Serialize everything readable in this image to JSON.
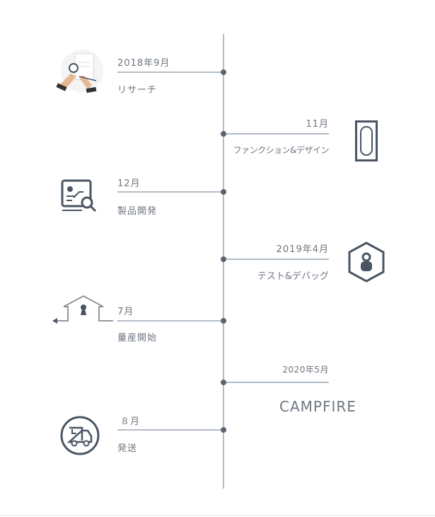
{
  "milestones": [
    {
      "date": "2018年9月",
      "label": "リサーチ",
      "icon": "research-icon"
    },
    {
      "date": "11月",
      "label": "ファンクション&デザイン",
      "icon": "device-icon"
    },
    {
      "date": "12月",
      "label": "製品開発",
      "icon": "analysis-icon"
    },
    {
      "date": "2019年4月",
      "label": "テスト&デバッグ",
      "icon": "repair-hexagon-icon"
    },
    {
      "date": "7月",
      "label": "量産開始",
      "icon": "factory-house-icon"
    },
    {
      "date": "2020年5月",
      "label": "CAMPFIRE",
      "icon": ""
    },
    {
      "date": "８月",
      "label": "発送",
      "icon": "delivery-truck-icon"
    }
  ],
  "colors": {
    "line": "#b3bcc6",
    "dot": "#5a6472",
    "icon": "#4a5563",
    "text": "#6e7680"
  }
}
